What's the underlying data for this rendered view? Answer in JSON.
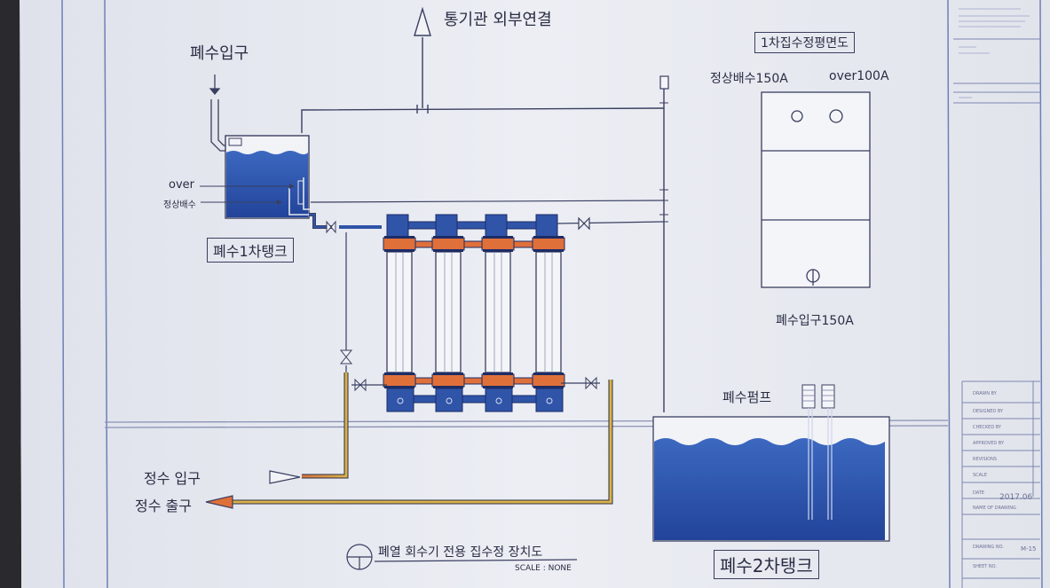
{
  "labels": {
    "vent": "통기관 외부연결",
    "inlet": "폐수입구",
    "over": "over",
    "normal_drain": "정상배수",
    "tank1": "폐수1차탱크",
    "plan_title": "1차집수정평면도",
    "plan_drain": "정상배수150A",
    "plan_over": "over100A",
    "plan_inlet": "폐수입구150A",
    "pump": "폐수펌프",
    "clean_in": "정수 입구",
    "clean_out": "정수 출구",
    "drawing_title": "폐열 회수기 전용 집수정 장치도",
    "scale": "SCALE : NONE",
    "tank2": "폐수2차탱크"
  },
  "title_block": {
    "date": "2017.06",
    "sheet": "M-15",
    "fields": [
      "DRAWN BY",
      "DESIGNED BY",
      "CHECKED BY",
      "APPROVED BY",
      "REVISIONS",
      "SCALE",
      "DATE",
      "NAME OF DRAWING",
      "DRAWING NO.",
      "SHEET NO."
    ]
  },
  "colors": {
    "paper": "#e9ebf2",
    "line": "#3a3f60",
    "water": "#2f54a8",
    "flange": "#e0703a",
    "hot_pipe": "#d9a040"
  }
}
